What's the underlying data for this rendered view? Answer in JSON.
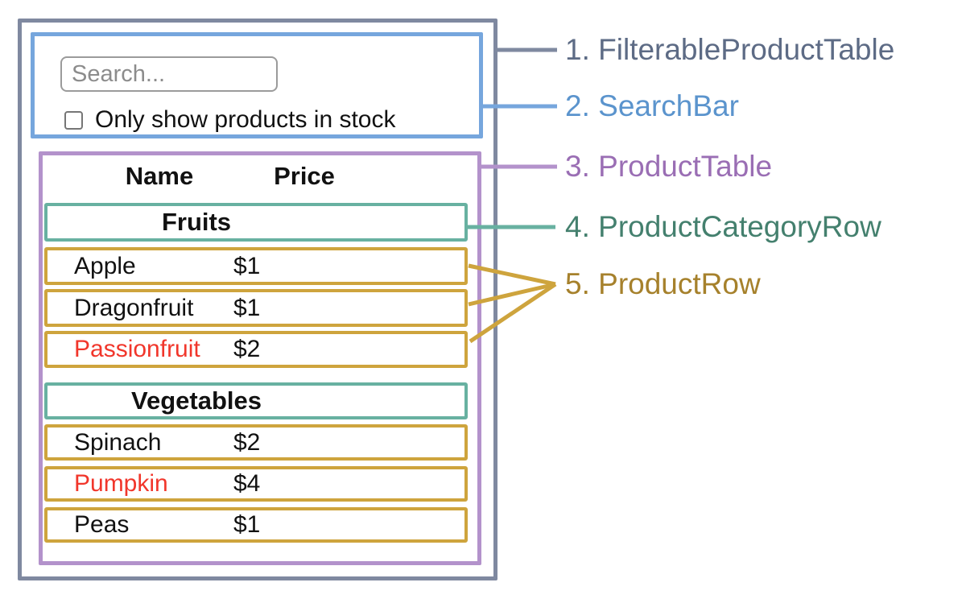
{
  "search": {
    "placeholder": "Search...",
    "checkbox_label": "Only show products in stock",
    "checkbox_checked": false
  },
  "table": {
    "headers": {
      "name": "Name",
      "price": "Price"
    },
    "groups": [
      {
        "category": "Fruits",
        "rows": [
          {
            "name": "Apple",
            "price": "$1",
            "out_of_stock": false
          },
          {
            "name": "Dragonfruit",
            "price": "$1",
            "out_of_stock": false
          },
          {
            "name": "Passionfruit",
            "price": "$2",
            "out_of_stock": true
          }
        ]
      },
      {
        "category": "Vegetables",
        "rows": [
          {
            "name": "Spinach",
            "price": "$2",
            "out_of_stock": false
          },
          {
            "name": "Pumpkin",
            "price": "$4",
            "out_of_stock": true
          },
          {
            "name": "Peas",
            "price": "$1",
            "out_of_stock": false
          }
        ]
      }
    ]
  },
  "annotations": [
    {
      "full": "1. FilterableProductTable",
      "component": "FilterableProductTable",
      "number": "1."
    },
    {
      "full": "2. SearchBar",
      "component": "SearchBar",
      "number": "2."
    },
    {
      "full": "3. ProductTable",
      "component": "ProductTable",
      "number": "3."
    },
    {
      "full": "4. ProductCategoryRow",
      "component": "ProductCategoryRow",
      "number": "4."
    },
    {
      "full": "5. ProductRow",
      "component": "ProductRow",
      "number": "5."
    }
  ],
  "palette": {
    "slate_border": "#7f89a0",
    "slate_text": "#5d6b85",
    "blue_border": "#76a6dd",
    "blue_text": "#5b94cd",
    "purple_border": "#b392cb",
    "purple_text": "#9a6eb4",
    "teal_border": "#68b1a1",
    "teal_text": "#44806e",
    "gold_border": "#cea43d",
    "gold_text": "#a6812c",
    "oos_red": "#f1362b",
    "input_border": "#9b9b9b",
    "placeholder_gray": "#8c8c8c",
    "text_black": "#111111",
    "background": "#ffffff"
  }
}
